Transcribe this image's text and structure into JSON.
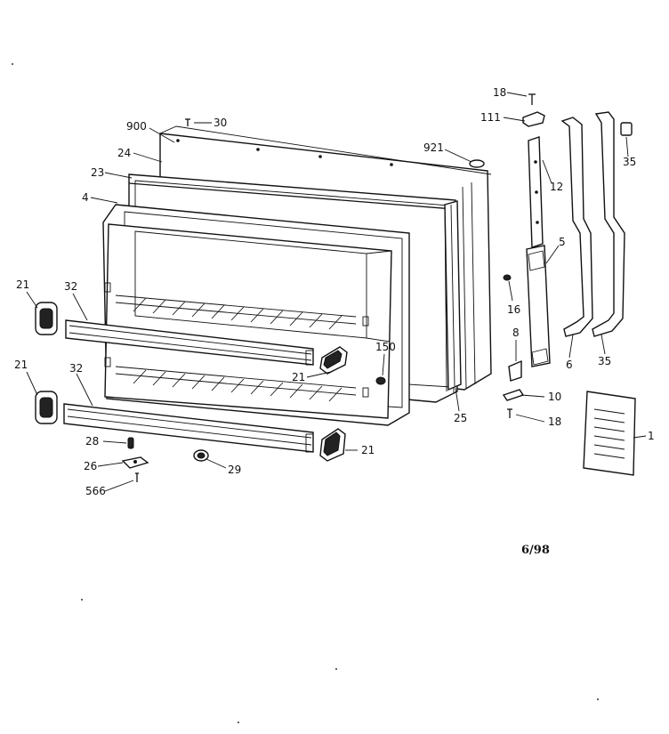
{
  "callouts": {
    "c18a": "18",
    "c111": "111",
    "c900": "900",
    "c30": "30",
    "c921": "921",
    "c35a": "35",
    "c24": "24",
    "c12": "12",
    "c23": "23",
    "c4": "4",
    "c5": "5",
    "c21a": "21",
    "c32a": "32",
    "c16": "16",
    "c8": "8",
    "c150": "150",
    "c21b": "21",
    "c6": "6",
    "c35b": "35",
    "c21c": "21",
    "c32b": "32",
    "c10": "10",
    "c25": "25",
    "c18b": "18",
    "c1": "1",
    "c28": "28",
    "c21d": "21",
    "c26": "26",
    "c29": "29",
    "c566": "566"
  },
  "revision_date": "6/98"
}
